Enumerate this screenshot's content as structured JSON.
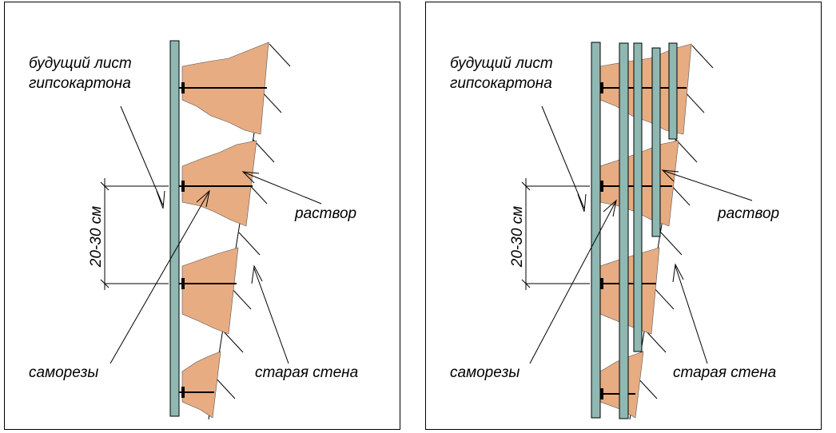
{
  "colors": {
    "board": "#8fb8b2",
    "mortar": "#e8ac82",
    "line": "#000000"
  },
  "labels": {
    "drywall_line1": "будущий лист",
    "drywall_line2": "гипсокартона",
    "dimension": "20-30 см",
    "mortar": "раствор",
    "screws": "саморезы",
    "old_wall": "старая стена"
  }
}
